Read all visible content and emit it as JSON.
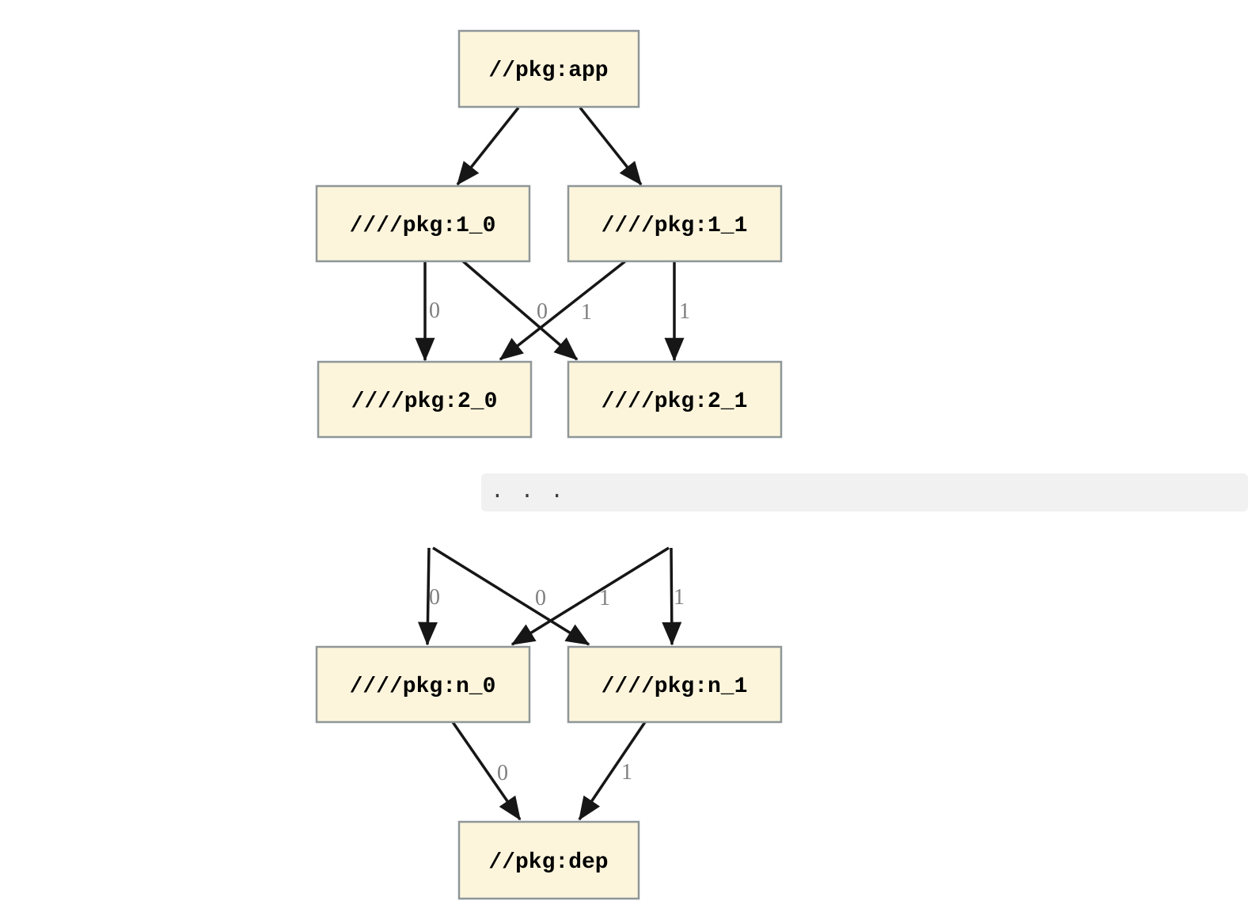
{
  "colors": {
    "node_fill": "#FCF5DC",
    "node_border": "#8F9698",
    "edge": "#161616",
    "edge_label": "#7F7F7F",
    "node_text": "#000000",
    "separator_bg": "#F1F1F1",
    "separator_text": "#3C3C3C",
    "page_bg": "#FFFFFF"
  },
  "graph": {
    "description": "dependency graph split into two stacked sub-diagrams with an ellipsis code block between them",
    "separator_text": ". . .",
    "nodes": {
      "app": {
        "label": "//pkg:app"
      },
      "l1_0": {
        "label": "////pkg:1_0"
      },
      "l1_1": {
        "label": "////pkg:1_1"
      },
      "l2_0": {
        "label": "////pkg:2_0"
      },
      "l2_1": {
        "label": "////pkg:2_1"
      },
      "ln_0": {
        "label": "////pkg:n_0"
      },
      "ln_1": {
        "label": "////pkg:n_1"
      },
      "dep": {
        "label": "//pkg:dep"
      }
    },
    "edges": [
      {
        "from": "app",
        "to": "l1_0",
        "label": ""
      },
      {
        "from": "app",
        "to": "l1_1",
        "label": ""
      },
      {
        "from": "l1_0",
        "to": "l2_0",
        "label": "0"
      },
      {
        "from": "l1_1",
        "to": "l2_0",
        "label": "0"
      },
      {
        "from": "l1_0",
        "to": "l2_1",
        "label": "1"
      },
      {
        "from": "l1_1",
        "to": "l2_1",
        "label": "1"
      },
      {
        "from": "prev_0",
        "to": "ln_0",
        "label": "0"
      },
      {
        "from": "prev_1",
        "to": "ln_0",
        "label": "0"
      },
      {
        "from": "prev_0",
        "to": "ln_1",
        "label": "1"
      },
      {
        "from": "prev_1",
        "to": "ln_1",
        "label": "1"
      },
      {
        "from": "ln_0",
        "to": "dep",
        "label": "0"
      },
      {
        "from": "ln_1",
        "to": "dep",
        "label": "1"
      }
    ]
  }
}
